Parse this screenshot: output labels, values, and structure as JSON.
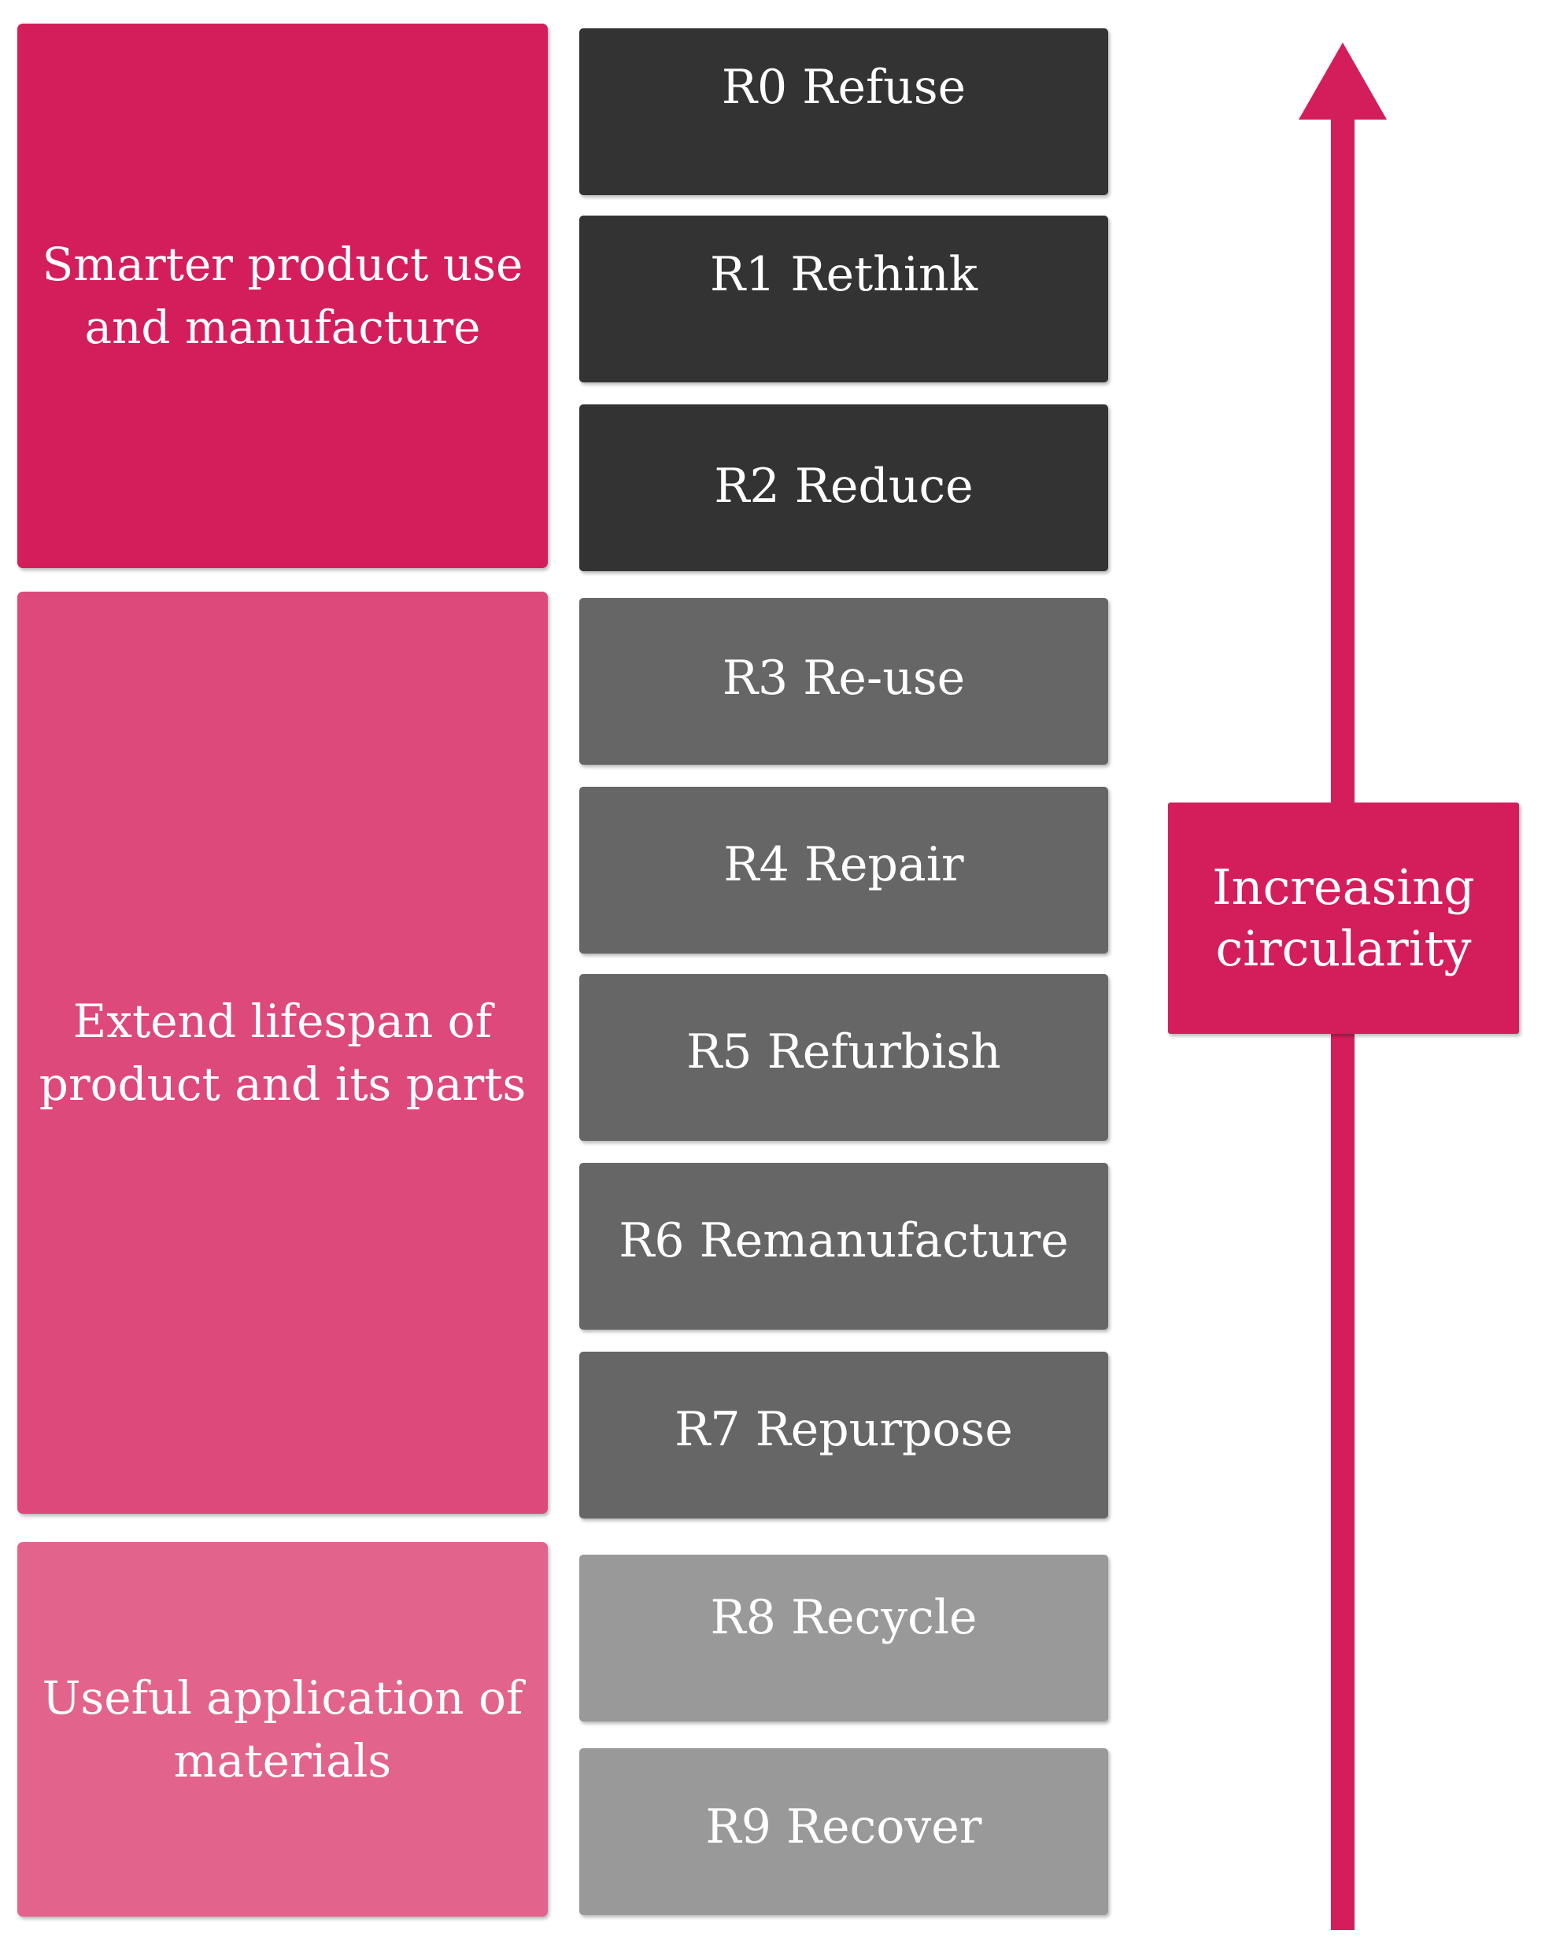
{
  "groups": [
    {
      "label": "Smarter product use and manufacture",
      "color": "#d41e5b"
    },
    {
      "label": "Extend lifespan of product and its parts",
      "color": "#dc497a"
    },
    {
      "label": "Useful application of materials",
      "color": "#e2648d"
    }
  ],
  "strategies": [
    {
      "label": "R0 Refuse",
      "color": "#333333"
    },
    {
      "label": "R1 Rethink",
      "color": "#333333"
    },
    {
      "label": "R2 Reduce",
      "color": "#333333"
    },
    {
      "label": "R3 Re-use",
      "color": "#666666"
    },
    {
      "label": "R4 Repair",
      "color": "#666666"
    },
    {
      "label": "R5 Refurbish",
      "color": "#666666"
    },
    {
      "label": "R6 Remanufacture",
      "color": "#666666"
    },
    {
      "label": "R7 Repurpose",
      "color": "#666666"
    },
    {
      "label": "R8 Recycle",
      "color": "#999999"
    },
    {
      "label": "R9 Recover",
      "color": "#999999"
    }
  ],
  "arrow": {
    "label": "Increasing circularity",
    "color": "#d41e5b"
  }
}
